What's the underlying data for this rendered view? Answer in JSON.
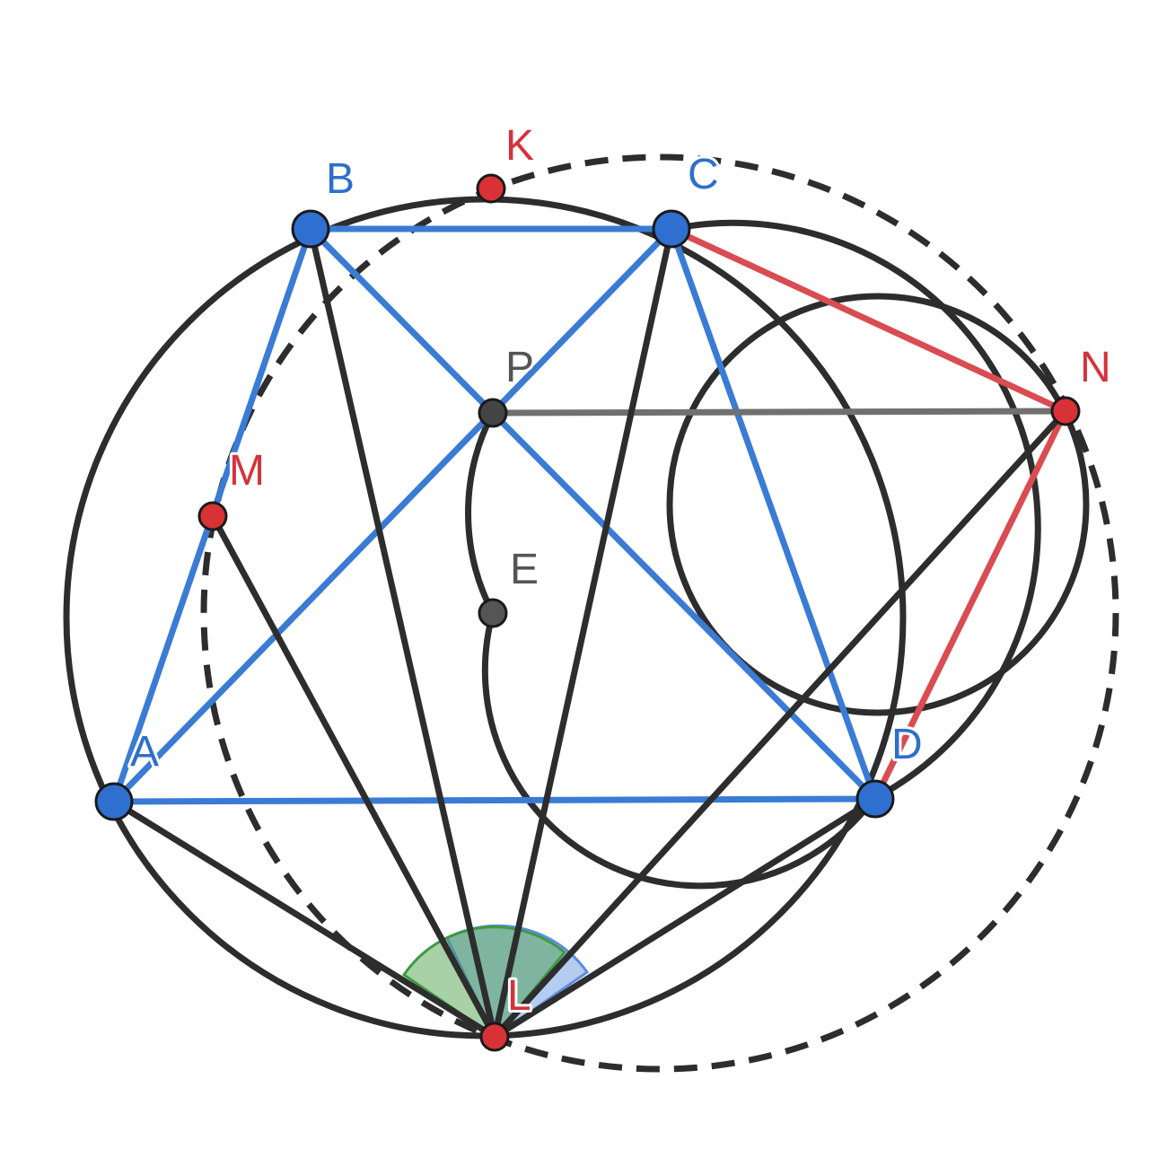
{
  "colors": {
    "blue": "#3a7bd5",
    "red": "#d94c52",
    "black": "#2d2d2d",
    "gray": "#707070",
    "angle_green": "#3f9a3f",
    "angle_blue": "#5b8ee0"
  },
  "points": {
    "A": {
      "label": "A",
      "color": "blue"
    },
    "B": {
      "label": "B",
      "color": "blue"
    },
    "C": {
      "label": "C",
      "color": "blue"
    },
    "D": {
      "label": "D",
      "color": "blue"
    },
    "K": {
      "label": "K",
      "color": "red"
    },
    "M": {
      "label": "M",
      "color": "red"
    },
    "N": {
      "label": "N",
      "color": "red"
    },
    "L": {
      "label": "L",
      "color": "red"
    },
    "P": {
      "label": "P",
      "color": "gray"
    },
    "E": {
      "label": "E",
      "color": "gray"
    }
  }
}
